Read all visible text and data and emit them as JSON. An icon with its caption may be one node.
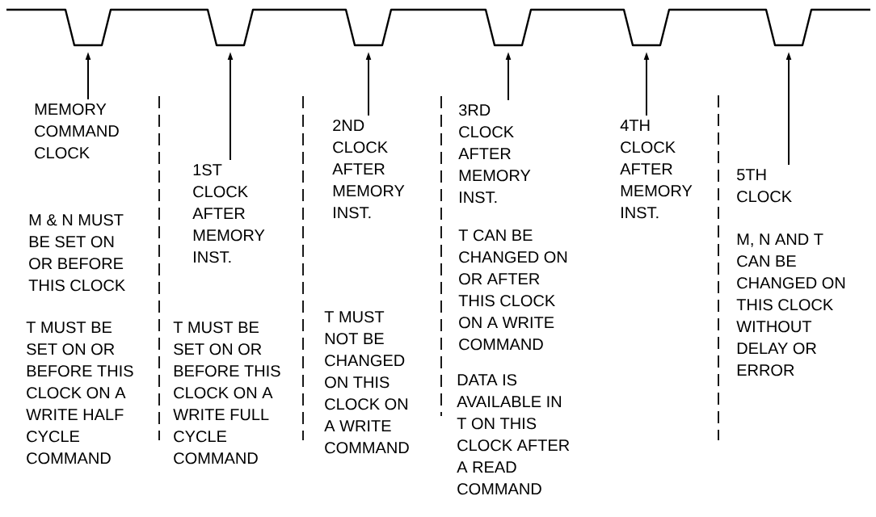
{
  "diagram": {
    "nodes": [
      {
        "text": [],
        "shape": "picture"
      },
      {
        "text": [
          "MEMORY COMMAND CLOCK",
          "M & N MUST BE SET ON OR BEFORE THIS CLOCK",
          "T MUST BE SET ON OR BEFORE THIS CLOCK ON A WRITE HALF CYCLE COMMAND"
        ]
      },
      {
        "text": [
          "1ST CLOCK AFTER MEMORY INST.",
          "T MUST BE SET ON OR BEFORE THIS CLOCK ON A WRITE FULL CYCLE COMMAND"
        ]
      },
      {
        "text": [
          "2ND CLOCK AFTER MEMORY INST.",
          "T MUST NOT BE CHANGED ON THIS CLOCK ON A WRITE COMMAND"
        ]
      },
      {
        "text": [
          "3RD CLOCK AFTER MEMORY INST.",
          "T CAN BE CHANGED ON OR AFTER THIS CLOCK ON A WRITE COMMAND",
          "DATA IS AVAILABLE IN T ON THIS CLOCK AFTER A READ COMMAND"
        ]
      },
      {
        "text": [
          "4TH CLOCK AFTER MEMORY INST."
        ]
      },
      {
        "text": [
          "5TH CLOCK",
          "M, N AND T CAN BE CHANGED ON THIS CLOCK WITHOUT DELAY OR ERROR"
        ]
      }
    ],
    "edges": [
      {
        "from": 1,
        "to": 0,
        "arrow": "to"
      },
      {
        "from": 2,
        "to": 0,
        "arrow": "to"
      },
      {
        "from": 3,
        "to": 0,
        "arrow": "to"
      },
      {
        "from": 4,
        "to": 0,
        "arrow": "to"
      },
      {
        "from": 5,
        "to": 0,
        "arrow": "to"
      },
      {
        "from": 6,
        "to": 0,
        "arrow": "to"
      }
    ]
  }
}
